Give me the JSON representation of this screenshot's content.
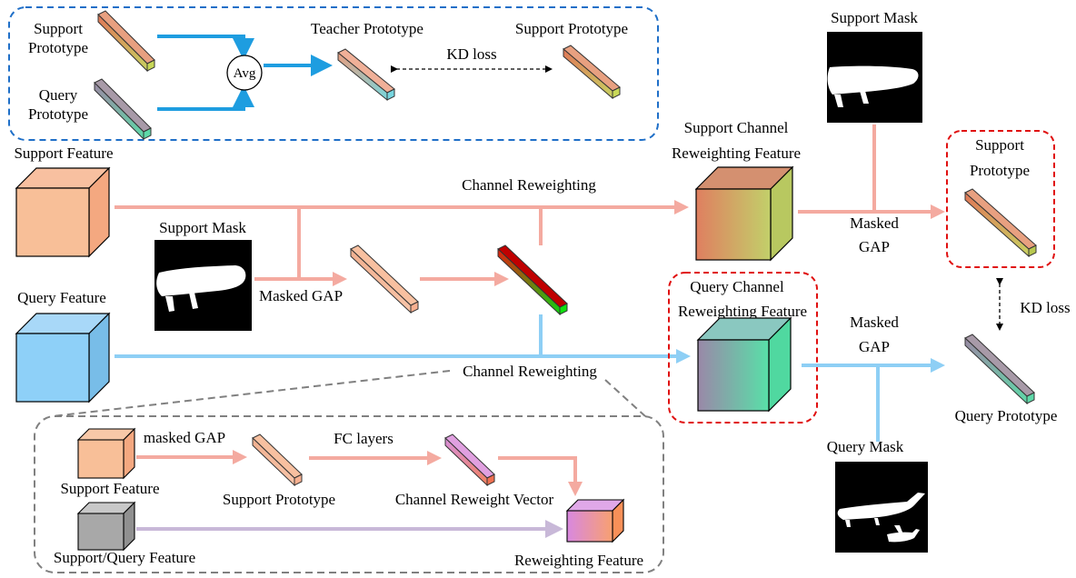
{
  "labels": {
    "top_support_prototype": [
      "Support",
      "Prototype"
    ],
    "top_query_prototype": [
      "Query",
      "Prototype"
    ],
    "avg": "Avg",
    "teacher_prototype": "Teacher Prototype",
    "kd_loss_top": "KD loss",
    "top_support_prototype_right": "Support Prototype",
    "support_feature": "Support Feature",
    "query_feature": "Query Feature",
    "support_mask_mid": "Support Mask",
    "masked_gap_mid": "Masked GAP",
    "channel_reweighting_top": "Channel Reweighting",
    "channel_reweighting_bottom": "Channel Reweighting",
    "support_mask_right": "Support Mask",
    "support_channel_feature": [
      "Support Channel",
      "Reweighting Feature"
    ],
    "query_channel_feature": [
      "Query Channel",
      "Reweighting Feature"
    ],
    "masked_gap_support": [
      "Masked",
      "GAP"
    ],
    "masked_gap_query": [
      "Masked",
      "GAP"
    ],
    "support_prototype_right": [
      "Support",
      "Prototype"
    ],
    "kd_loss_right": "KD loss",
    "query_prototype_right": "Query Prototype",
    "query_mask": "Query Mask",
    "masked_gap_inset": "masked GAP",
    "fc_layers": "FC layers",
    "inset_support_feature": "Support Feature",
    "inset_support_prototype": "Support Prototype",
    "channel_reweight_vector": "Channel Reweight Vector",
    "support_query_feature": "Support/Query Feature",
    "reweighting_feature": "Reweighting Feature"
  },
  "colors": {
    "support_arrow": "#f4aaa0",
    "query_arrow": "#8ecff5",
    "kd_box_border": "#1f6fc8",
    "highlight_border": "#e01010",
    "inset_border": "#808080",
    "top_arrow": "#1e9de0",
    "inset_gray_arrow": "#c8b8d8"
  }
}
